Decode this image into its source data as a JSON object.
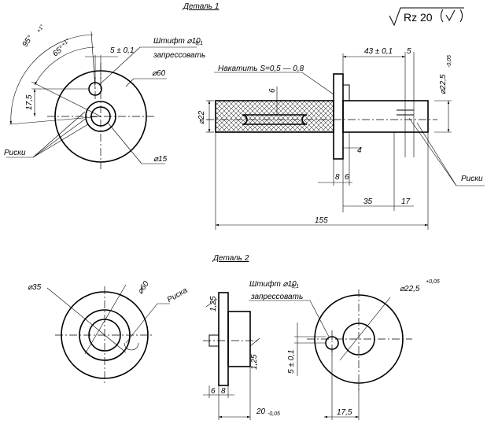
{
  "part1": {
    "title": "Деталь 1",
    "roughness": "Rz 20",
    "pin_label": "Штифт ⌀10",
    "pin_tol": "-0,1",
    "press_fit": "запрессовать",
    "knurl": "Накатить S=0,5 — 0,8",
    "marks": "Риски",
    "marks_right": "Риски",
    "d60": "⌀60",
    "d15": "⌀15",
    "d22": "⌀22",
    "d22_5": "⌀22,5",
    "d22_5_tol": "-0,05",
    "dim_5_01": "5 ± 0,1",
    "dim_17_5": "17,5",
    "angle_95": "95°",
    "angle_65": "65°",
    "angle_tol": "+1°",
    "dim_43": "43 ± 0,1",
    "dim_5": "5",
    "dim_6_slot": "6",
    "dim_4": "4",
    "dim_8": "8",
    "dim_6": "6",
    "dim_35": "35",
    "dim_17": "17",
    "dim_155": "155"
  },
  "part2": {
    "title": "Деталь 2",
    "d35": "⌀35",
    "d60": "⌀60",
    "mark": "Риска",
    "pin_label": "Штифт ⌀10",
    "pin_tol": "-0,1",
    "press_fit": "запрессовать",
    "d22_5": "⌀22,5",
    "d22_5_tol": "+0,05",
    "chamfer1": "1,25",
    "chamfer2": "1,25",
    "dim_6": "6",
    "dim_8": "8",
    "dim_20": "20",
    "dim_20_tol": "-0,05",
    "dim_5_01": "5 ± 0,1",
    "dim_17_5": "17,5"
  }
}
